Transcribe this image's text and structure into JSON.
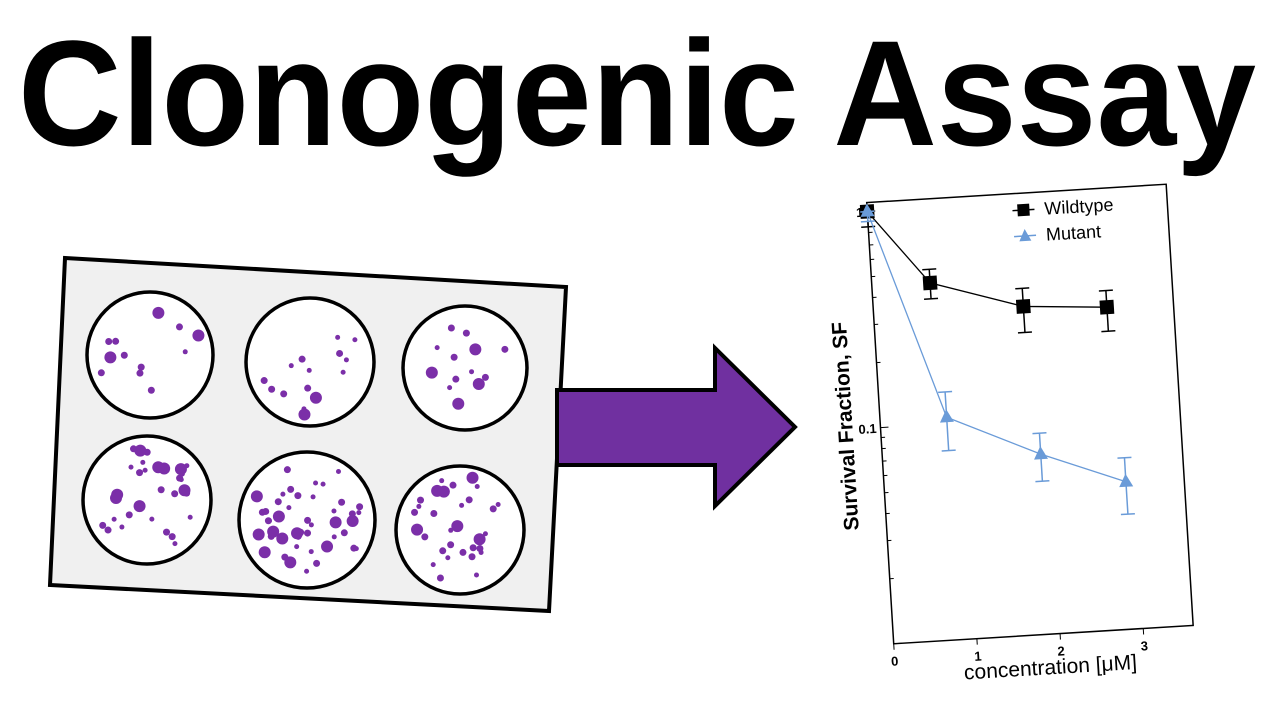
{
  "title": "Clonogenic Assay",
  "colors": {
    "colony": "#7b2fa8",
    "arrow": "#7030a0",
    "plate": "#f0f0f0",
    "wildtype": "#000000",
    "mutant": "#6a9bd8"
  },
  "plate": {
    "wells": [
      {
        "colonies": 12
      },
      {
        "colonies": 16
      },
      {
        "colonies": 14
      },
      {
        "colonies": 32
      },
      {
        "colonies": 48
      },
      {
        "colonies": 32
      }
    ]
  },
  "chart_data": {
    "type": "line",
    "xlabel": "concentration [μM]",
    "ylabel": "Survival Fraction, SF",
    "xlim": [
      0,
      3.6
    ],
    "ylim": [
      0.01,
      1.1
    ],
    "yscale": "log",
    "xticks": [
      "0",
      "1",
      "2",
      "3"
    ],
    "yticks": [
      "1",
      "0.1"
    ],
    "grid": false,
    "legend": "top-right",
    "series": [
      {
        "name": "Wildtype",
        "marker": "square",
        "color": "#000000",
        "x": [
          0,
          0.7,
          1.8,
          2.8
        ],
        "y": [
          1.0,
          0.45,
          0.33,
          0.31
        ],
        "err_low": [
          0.85,
          0.38,
          0.25,
          0.24
        ],
        "err_high": [
          1.0,
          0.52,
          0.4,
          0.37
        ]
      },
      {
        "name": "Mutant",
        "marker": "triangle",
        "color": "#6a9bd8",
        "x": [
          0,
          0.8,
          1.9,
          2.9
        ],
        "y": [
          1.0,
          0.107,
          0.068,
          0.048
        ],
        "err_low": [
          0.9,
          0.075,
          0.051,
          0.034
        ],
        "err_high": [
          1.0,
          0.14,
          0.085,
          0.062
        ]
      }
    ]
  }
}
